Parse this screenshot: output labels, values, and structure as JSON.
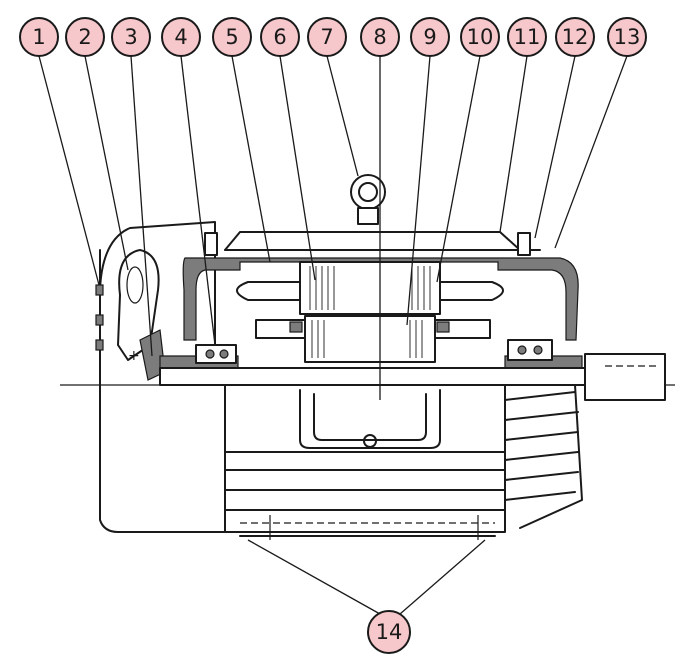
{
  "callouts": [
    {
      "label": "1"
    },
    {
      "label": "2"
    },
    {
      "label": "3"
    },
    {
      "label": "4"
    },
    {
      "label": "5"
    },
    {
      "label": "6"
    },
    {
      "label": "7"
    },
    {
      "label": "8"
    },
    {
      "label": "9"
    },
    {
      "label": "10"
    },
    {
      "label": "11"
    },
    {
      "label": "12"
    },
    {
      "label": "13"
    },
    {
      "label": "14"
    }
  ],
  "colors": {
    "callout_fill": "#f6c7cb",
    "ink": "#1a1a1a",
    "section_fill": "#7c7c7c",
    "background": "#ffffff"
  }
}
